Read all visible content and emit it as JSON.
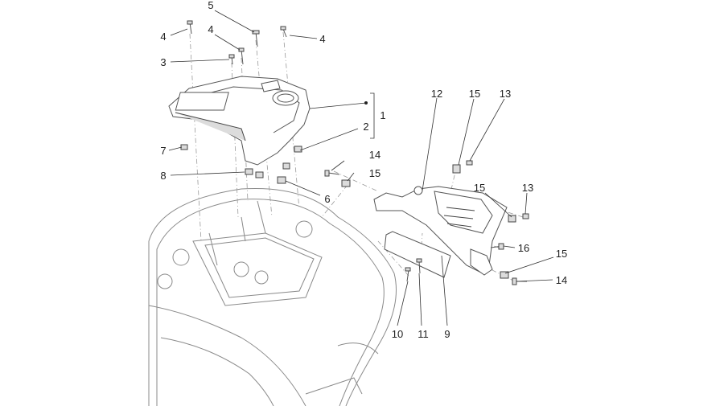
{
  "diagram": {
    "callouts": [
      {
        "id": "c5",
        "text": "5"
      },
      {
        "id": "c4a",
        "text": "4"
      },
      {
        "id": "c4b",
        "text": "4"
      },
      {
        "id": "c4c",
        "text": "4"
      },
      {
        "id": "c3",
        "text": "3"
      },
      {
        "id": "c1",
        "text": "1"
      },
      {
        "id": "c2",
        "text": "2"
      },
      {
        "id": "c7",
        "text": "7"
      },
      {
        "id": "c8",
        "text": "8"
      },
      {
        "id": "c6",
        "text": "6"
      },
      {
        "id": "c14a",
        "text": "14"
      },
      {
        "id": "c15a",
        "text": "15"
      },
      {
        "id": "c12",
        "text": "12"
      },
      {
        "id": "c15b",
        "text": "15"
      },
      {
        "id": "c13a",
        "text": "13"
      },
      {
        "id": "c15c",
        "text": "15"
      },
      {
        "id": "c13b",
        "text": "13"
      },
      {
        "id": "c16",
        "text": "16"
      },
      {
        "id": "c15d",
        "text": "15"
      },
      {
        "id": "c14b",
        "text": "14"
      },
      {
        "id": "c10",
        "text": "10"
      },
      {
        "id": "c11",
        "text": "11"
      },
      {
        "id": "c9",
        "text": "9"
      }
    ]
  }
}
